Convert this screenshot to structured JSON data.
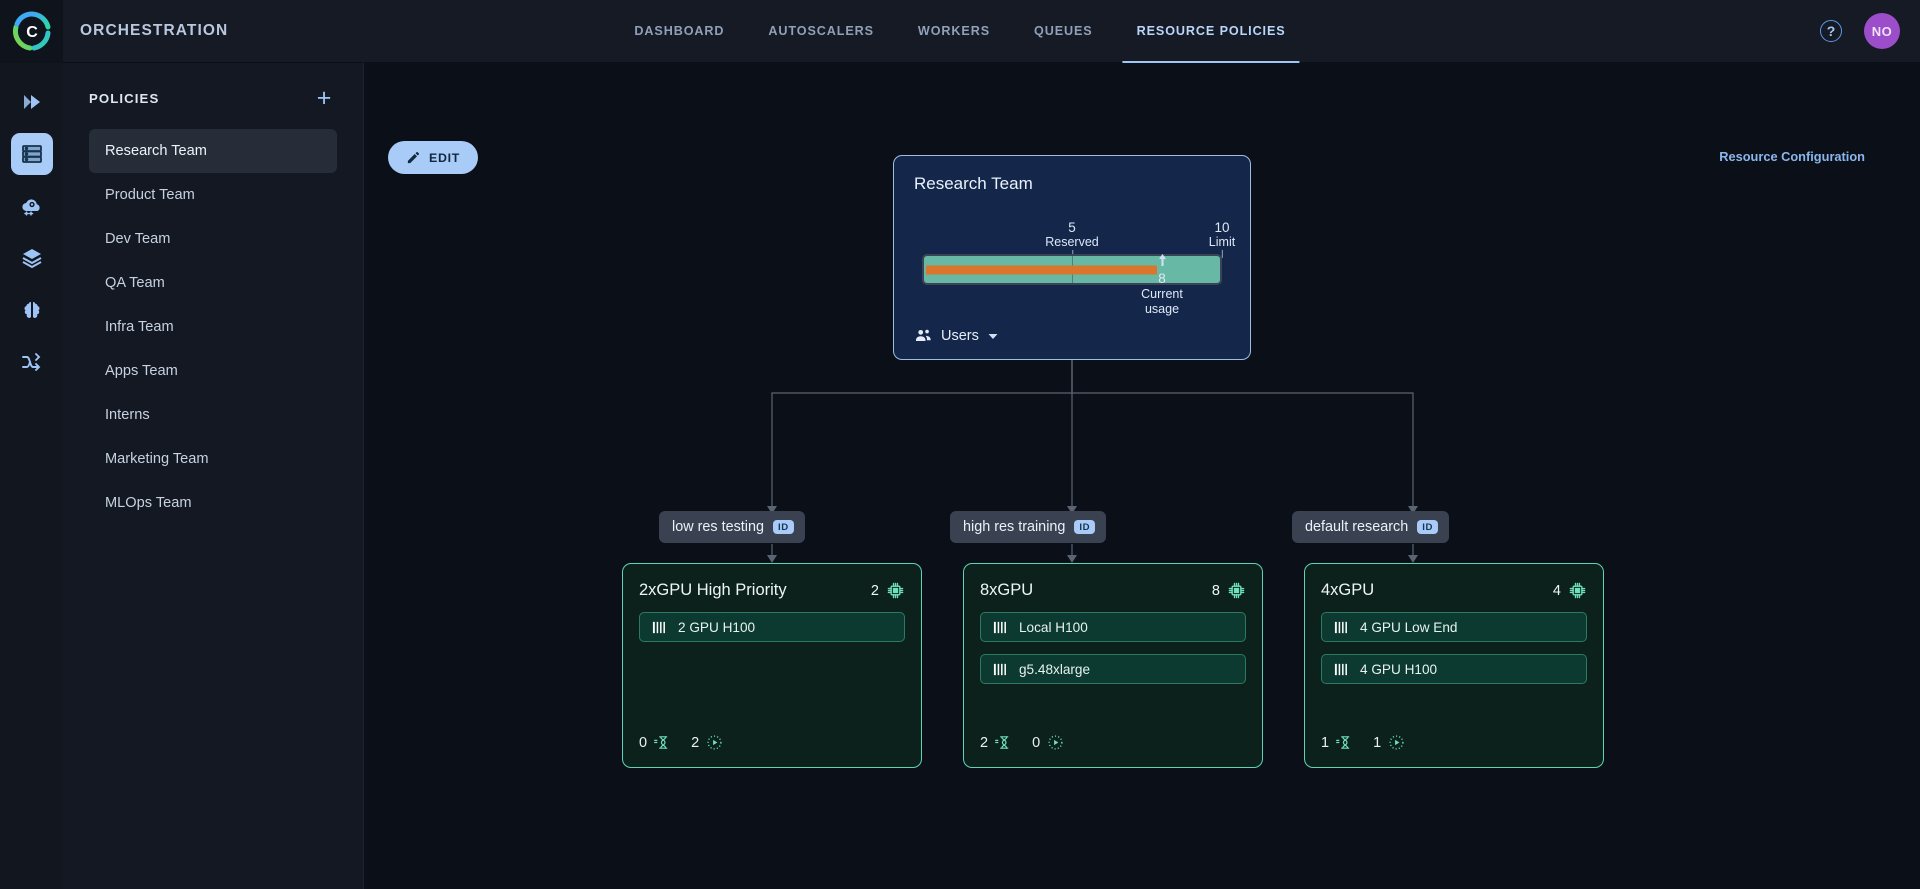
{
  "app": {
    "title": "ORCHESTRATION",
    "logo_icon": "circular-c-logo",
    "help_icon": "help-question-icon",
    "avatar_initials": "NO"
  },
  "nav": {
    "tabs": [
      {
        "label": "DASHBOARD",
        "active": false
      },
      {
        "label": "AUTOSCALERS",
        "active": false
      },
      {
        "label": "WORKERS",
        "active": false
      },
      {
        "label": "QUEUES",
        "active": false
      },
      {
        "label": "RESOURCE POLICIES",
        "active": true
      }
    ]
  },
  "rail": {
    "items": [
      {
        "icon": "fast-forward-icon",
        "active": false
      },
      {
        "icon": "server-rack-icon",
        "active": true
      },
      {
        "icon": "cloud-gear-icon",
        "active": false
      },
      {
        "icon": "layers-stack-icon",
        "active": false
      },
      {
        "icon": "brain-icon",
        "active": false
      },
      {
        "icon": "workflow-shuffle-icon",
        "active": false
      }
    ]
  },
  "sidebar": {
    "title": "POLICIES",
    "add_icon": "plus-icon",
    "items": [
      {
        "label": "Research Team",
        "selected": true
      },
      {
        "label": "Product Team",
        "selected": false
      },
      {
        "label": "Dev Team",
        "selected": false
      },
      {
        "label": "QA Team",
        "selected": false
      },
      {
        "label": "Infra Team",
        "selected": false
      },
      {
        "label": "Apps Team",
        "selected": false
      },
      {
        "label": "Interns",
        "selected": false
      },
      {
        "label": "Marketing Team",
        "selected": false
      },
      {
        "label": "MLOps Team",
        "selected": false
      }
    ]
  },
  "toolbar": {
    "edit_label": "EDIT",
    "edit_icon": "pencil-icon",
    "resource_configuration_label": "Resource Configuration"
  },
  "policy": {
    "name": "Research Team",
    "users_label": "Users",
    "users_icon": "people-group-icon",
    "users_chevron_icon": "chevron-down-icon",
    "gauge": {
      "reserved_value": "5",
      "reserved_label": "Reserved",
      "limit_value": "10",
      "limit_label": "Limit",
      "current_value": "8",
      "current_label": "Current usage",
      "reserved_num": 5,
      "limit_num": 10,
      "current_num": 8,
      "track_color": "#67b8a4",
      "usage_color": "#d9762b"
    }
  },
  "queues": [
    {
      "name": "low res testing",
      "badge": "ID"
    },
    {
      "name": "high res training",
      "badge": "ID"
    },
    {
      "name": "default research",
      "badge": "ID"
    }
  ],
  "nodes": [
    {
      "title": "2xGPU High Priority",
      "gpu_count": "2",
      "gpu_icon": "cpu-chip-icon",
      "pools": [
        {
          "name": "2 GPU H100",
          "icon": "gpu-bars-icon"
        }
      ],
      "pending": "0",
      "pending_icon": "hourglass-icon",
      "running": "2",
      "running_icon": "play-circle-dotted-icon"
    },
    {
      "title": "8xGPU",
      "gpu_count": "8",
      "gpu_icon": "cpu-chip-icon",
      "pools": [
        {
          "name": "Local H100",
          "icon": "gpu-bars-icon"
        },
        {
          "name": "g5.48xlarge",
          "icon": "gpu-bars-icon"
        }
      ],
      "pending": "2",
      "pending_icon": "hourglass-icon",
      "running": "0",
      "running_icon": "play-circle-dotted-icon"
    },
    {
      "title": "4xGPU",
      "gpu_count": "4",
      "gpu_icon": "cpu-chip-icon",
      "pools": [
        {
          "name": "4 GPU Low End",
          "icon": "gpu-bars-icon"
        },
        {
          "name": "4 GPU H100",
          "icon": "gpu-bars-icon"
        }
      ],
      "pending": "1",
      "pending_icon": "hourglass-icon",
      "running": "1",
      "running_icon": "play-circle-dotted-icon"
    }
  ],
  "colors": {
    "accent_blue": "#a8cbf8",
    "node_teal": "#5fd4b4",
    "avatar_purple": "#9b4dca",
    "gauge_track": "#67b8a4",
    "gauge_usage": "#d9762b"
  }
}
